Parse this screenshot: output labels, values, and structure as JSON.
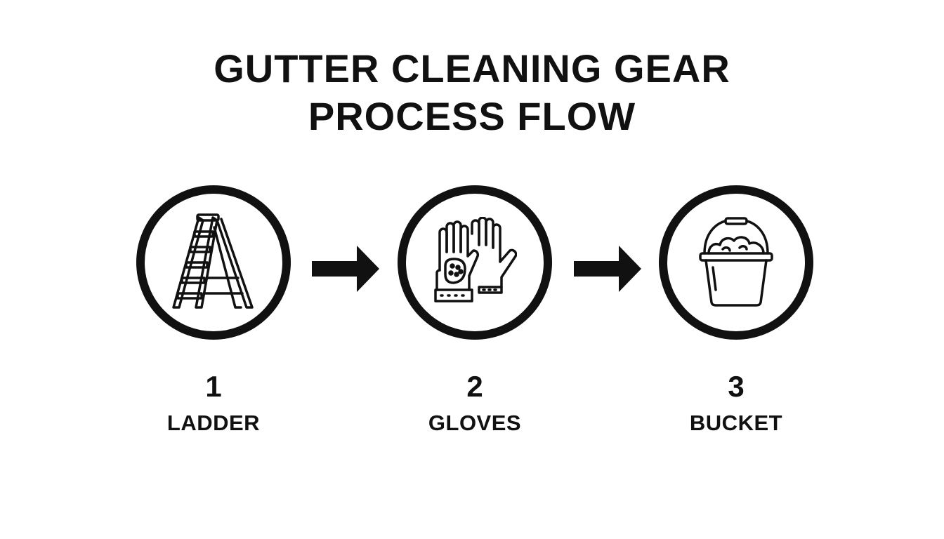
{
  "title": {
    "line1": "GUTTER CLEANING GEAR",
    "line2": "PROCESS FLOW"
  },
  "steps": [
    {
      "number": "1",
      "label": "LADDER",
      "icon": "ladder-icon"
    },
    {
      "number": "2",
      "label": "GLOVES",
      "icon": "gloves-icon"
    },
    {
      "number": "3",
      "label": "BUCKET",
      "icon": "bucket-icon"
    }
  ],
  "colors": {
    "ink": "#111111",
    "background": "#ffffff"
  }
}
